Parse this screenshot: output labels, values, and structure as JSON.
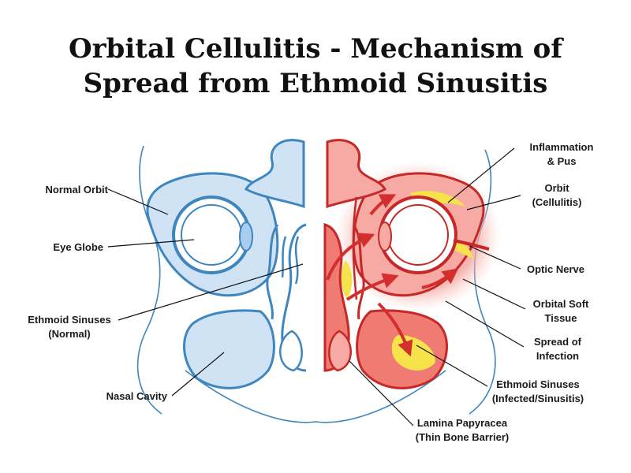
{
  "title": {
    "line1": "Orbital Cellulitis - Mechanism of",
    "line2": "Spread from Ethmoid Sinusitis"
  },
  "colors": {
    "normal_fill": "#cfe3f5",
    "normal_stroke": "#3f86bf",
    "infected_fill": "#f7a9a3",
    "infected_stroke": "#c62828",
    "pus": "#f6e24a",
    "arrow": "#d32f2f",
    "outline": "#2e6ca3"
  },
  "labels": {
    "normal_orbit": "Normal Orbit",
    "eye_globe": "Eye Globe",
    "ethmoid_normal_1": "Ethmoid Sinuses",
    "ethmoid_normal_2": "(Normal)",
    "nasal_cavity": "Nasal Cavity",
    "inflammation_1": "Inflammation",
    "inflammation_2": "& Pus",
    "orbit_cell_1": "Orbit",
    "orbit_cell_2": "(Cellulitis)",
    "optic_nerve": "Optic Nerve",
    "soft_tissue_1": "Orbital Soft",
    "soft_tissue_2": "Tissue",
    "spread_1": "Spread of",
    "spread_2": "Infection",
    "ethmoid_infected_1": "Ethmoid Sinuses",
    "ethmoid_infected_2": "(Infected/Sinusitis)",
    "lamina_1": "Lamina Papyracea",
    "lamina_2": "(Thin Bone Barrier)"
  }
}
